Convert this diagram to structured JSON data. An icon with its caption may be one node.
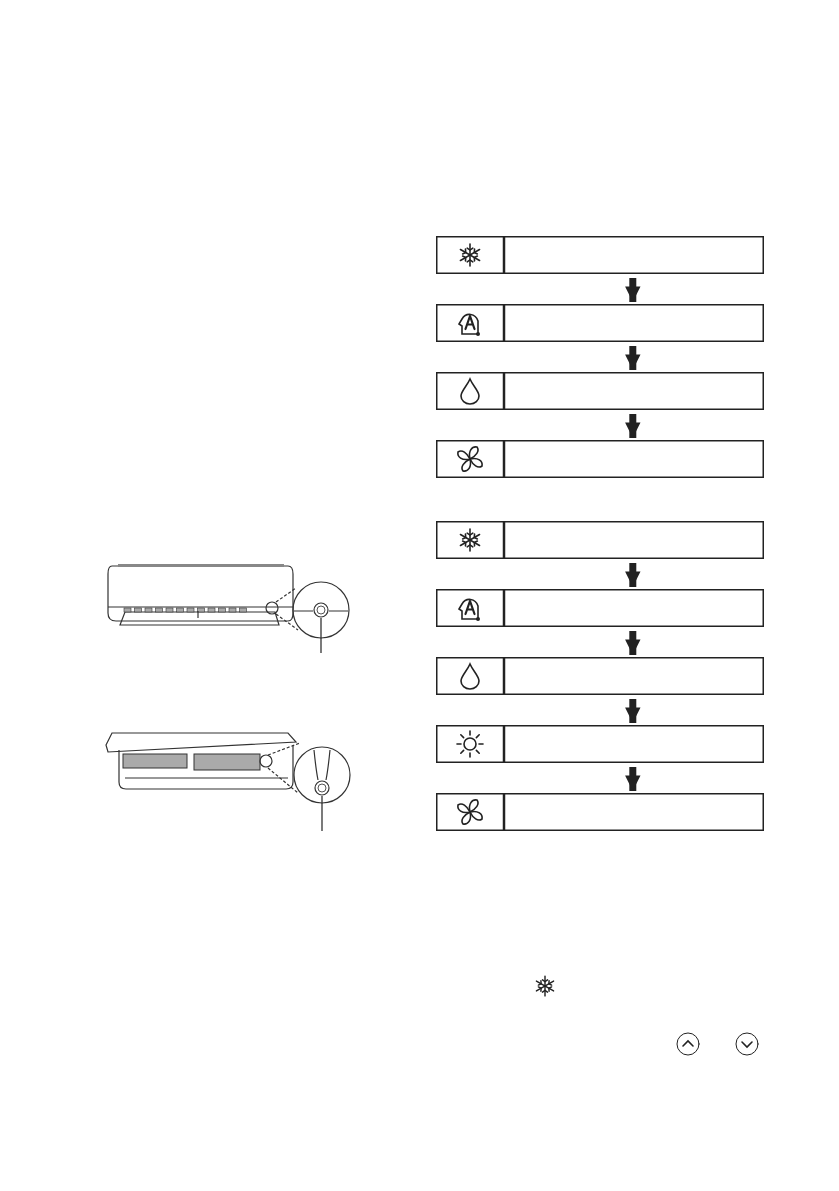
{
  "diagram": {
    "nodes": [
      {
        "text": [],
        "shape": "box"
      },
      {
        "text": [],
        "shape": "box"
      },
      {
        "text": [],
        "shape": "box"
      },
      {
        "text": [],
        "shape": "box"
      },
      {
        "text": [],
        "shape": "box"
      },
      {
        "text": [],
        "shape": "box"
      },
      {
        "text": [],
        "shape": "box"
      },
      {
        "text": [],
        "shape": "box"
      },
      {
        "text": [],
        "shape": "box"
      },
      {
        "text": [],
        "shape": "circle"
      },
      {
        "text": [],
        "shape": "circle"
      }
    ],
    "edges": [
      {
        "from": 0,
        "to": 1,
        "arrow": "to"
      },
      {
        "from": 1,
        "to": 2,
        "arrow": "to"
      },
      {
        "from": 2,
        "to": 3,
        "arrow": "to"
      },
      {
        "from": 4,
        "to": 5,
        "arrow": "to"
      },
      {
        "from": 5,
        "to": 6,
        "arrow": "to"
      },
      {
        "from": 6,
        "to": 7,
        "arrow": "to"
      },
      {
        "from": 7,
        "to": 8,
        "arrow": "to"
      },
      {
        "from": null,
        "to": 9,
        "arrow": "none"
      },
      {
        "from": null,
        "to": 10,
        "arrow": "none"
      }
    ]
  }
}
